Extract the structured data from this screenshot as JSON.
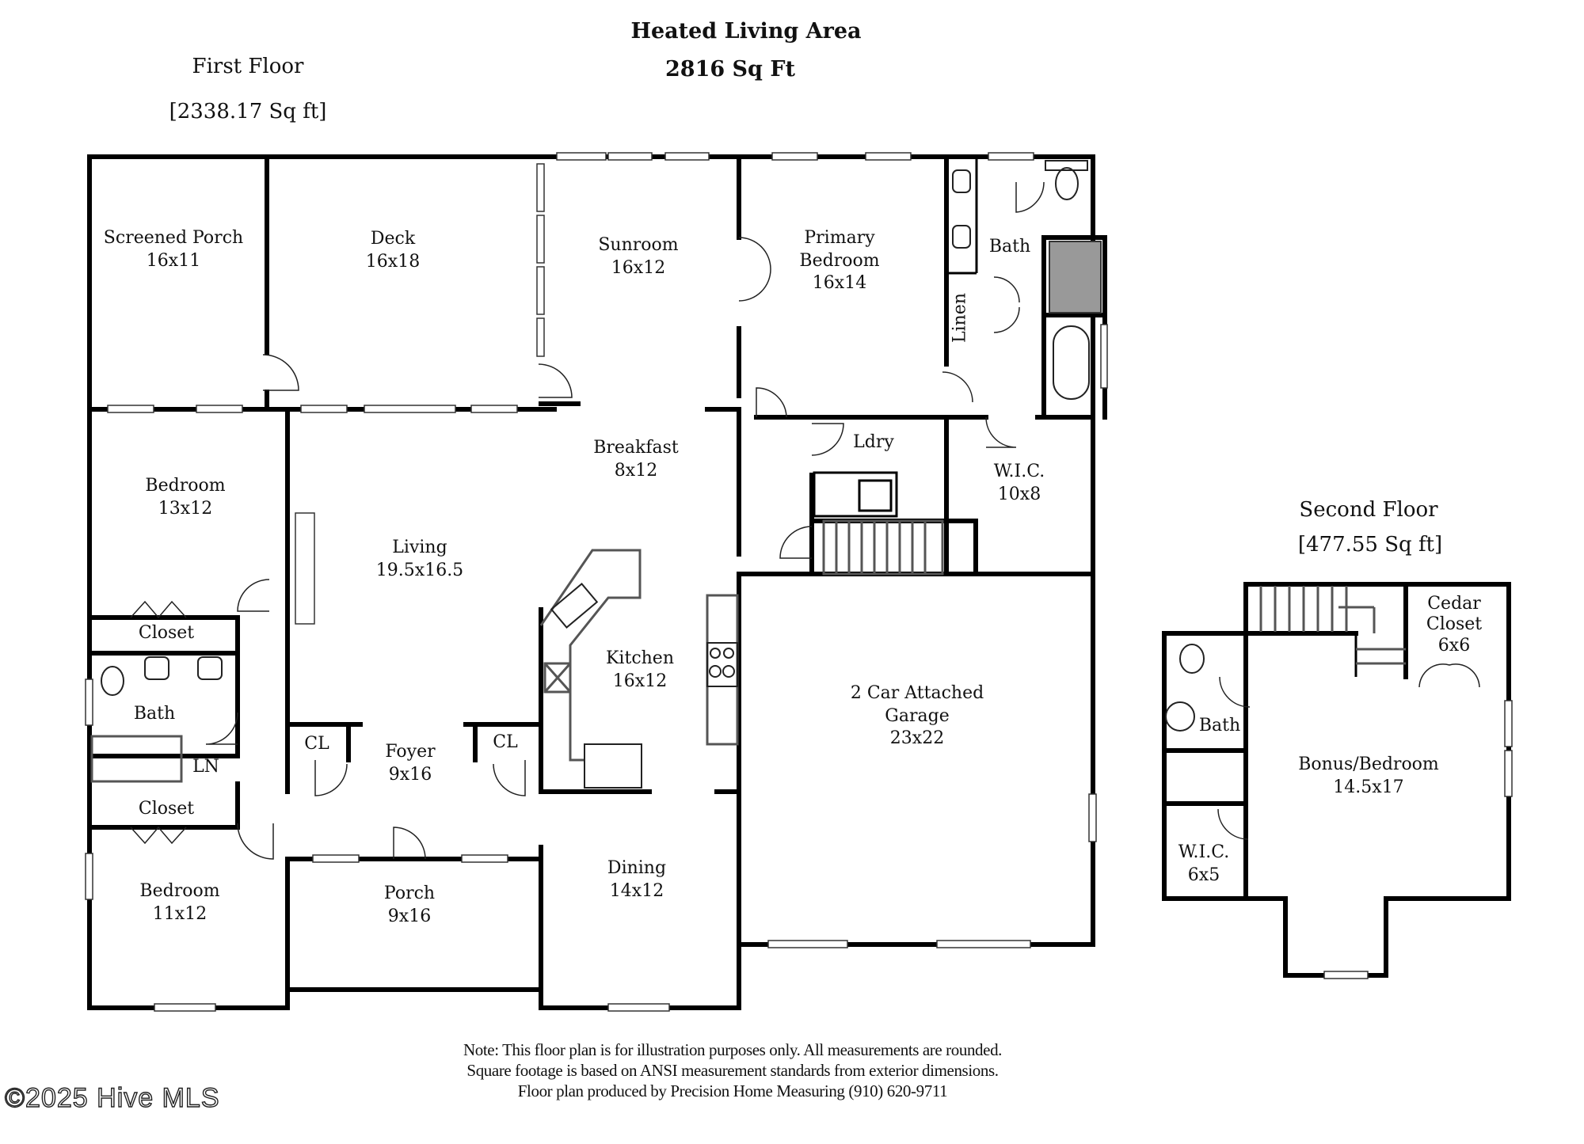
{
  "header": {
    "heated_title": "Heated Living Area",
    "heated_total": "2816 Sq Ft",
    "first_floor_title": "First Floor",
    "first_floor_area": "[2338.17 Sq ft]",
    "second_floor_title": "Second Floor",
    "second_floor_area": "[477.55 Sq ft]"
  },
  "first_floor": {
    "rooms": [
      {
        "name": "Screened Porch",
        "size": "16x11"
      },
      {
        "name": "Deck",
        "size": "16x18"
      },
      {
        "name": "Sunroom",
        "size": "16x12"
      },
      {
        "name": "Primary Bedroom",
        "name2": "",
        "size": "16x14"
      },
      {
        "name": "Bath"
      },
      {
        "name": "Linen"
      },
      {
        "name": "Breakfast",
        "size": "8x12"
      },
      {
        "name": "Ldry"
      },
      {
        "name": "W.I.C.",
        "size": "10x8"
      },
      {
        "name": "Bedroom",
        "size": "13x12"
      },
      {
        "name": "Living",
        "size": "19.5x16.5"
      },
      {
        "name": "Closet"
      },
      {
        "name": "Bath"
      },
      {
        "name": "LN"
      },
      {
        "name": "Closet"
      },
      {
        "name": "CL"
      },
      {
        "name": "Foyer",
        "size": "9x16"
      },
      {
        "name": "CL"
      },
      {
        "name": "Kitchen",
        "size": "16x12"
      },
      {
        "name": "2 Car Attached",
        "name2": "Garage",
        "size": "23x22"
      },
      {
        "name": "Bedroom",
        "size": "11x12"
      },
      {
        "name": "Porch",
        "size": "9x16"
      },
      {
        "name": "Dining",
        "size": "14x12"
      }
    ],
    "primary_line1": "Primary",
    "primary_line2": "Bedroom"
  },
  "second_floor": {
    "rooms": [
      {
        "name": "Cedar",
        "name2": "Closet",
        "size": "6x6"
      },
      {
        "name": "Bath"
      },
      {
        "name": "Bonus/Bedroom",
        "size": "14.5x17"
      },
      {
        "name": "W.I.C.",
        "size": "6x5"
      }
    ]
  },
  "footer": {
    "note_line1": "Note: This floor plan is for illustration purposes only. All measurements are rounded.",
    "note_line2": "Square footage is based on ANSI measurement standards from exterior dimensions.",
    "note_line3": "Floor plan produced by Precision Home Measuring (910) 620-9711",
    "watermark": "©2025 Hive MLS"
  }
}
